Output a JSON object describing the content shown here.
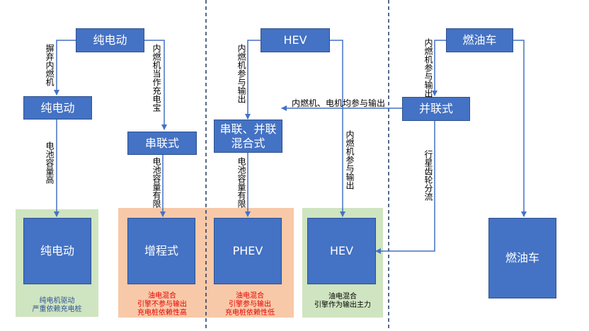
{
  "nodes": {
    "pure_ev_top": "纯电动",
    "hev_top": "HEV",
    "ice_top": "燃油车",
    "pure_ev_mid": "纯电动",
    "series": "串联式",
    "series_parallel": "串联、并联\n混合式",
    "parallel": "并联式"
  },
  "edges": {
    "abandon_engine": "摒弃内燃机",
    "engine_as_powerbank": "内燃机当作充电宝",
    "engine_participates_output": "内燃机参与输出",
    "engine_motor_both_output": "内燃机、电机均参与输出",
    "ice_engine_participates": "内燃机参与输出",
    "battery_high": "电池容量高",
    "battery_limited_1": "电池容量有限",
    "battery_limited_2": "电池容量有限",
    "engine_participates_hev": "内燃机参与输出",
    "planetary_split": "行星齿轮分流"
  },
  "results": {
    "bev": {
      "label": "纯电动",
      "desc": [
        "纯电机驱动",
        "严重依赖充电桩"
      ]
    },
    "erev": {
      "label": "增程式",
      "desc": [
        "油电混合",
        "引擎不参与输出",
        "充电桩依赖性高"
      ]
    },
    "phev": {
      "label": "PHEV",
      "desc": [
        "油电混合",
        "引擎参与输出",
        "充电桩依赖性低"
      ]
    },
    "hev": {
      "label": "HEV",
      "desc": [
        "油电混合",
        "引擎作为输出主力"
      ]
    },
    "ice": {
      "label": "燃油车"
    }
  },
  "colors": {
    "box": "#4472c4",
    "arrow": "#4472c4",
    "green_bg": "#cfe4c0",
    "orange_bg": "#f8c9a8",
    "divider": "#1f3864"
  }
}
